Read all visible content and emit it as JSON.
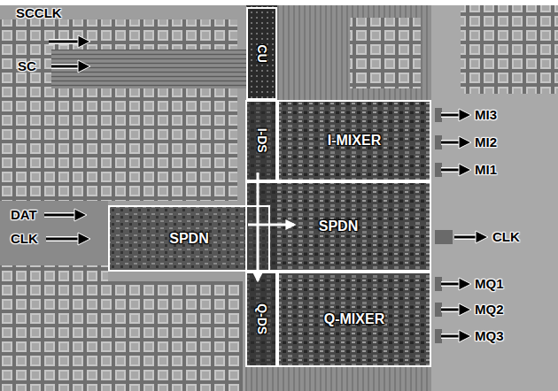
{
  "diagram": {
    "nodes": [
      {
        "text": [
          "CU"
        ]
      },
      {
        "text": [
          "I-DS"
        ]
      },
      {
        "text": [
          "I-MIXER"
        ]
      },
      {
        "text": [
          "SPDN"
        ]
      },
      {
        "text": [
          "SPDN"
        ]
      },
      {
        "text": [
          "Q-DS"
        ]
      },
      {
        "text": [
          "Q-MIXER"
        ]
      }
    ],
    "edges": [
      {
        "from": 3,
        "to": 4,
        "arrow": "to"
      },
      {
        "from": 1,
        "to": 5,
        "arrow": "to"
      }
    ],
    "labels": [
      "SCCLK",
      "SC",
      "MI3",
      "MI2",
      "MI1",
      "DAT",
      "CLK",
      "CLK",
      "MQ1",
      "MQ2",
      "MQ3"
    ]
  }
}
